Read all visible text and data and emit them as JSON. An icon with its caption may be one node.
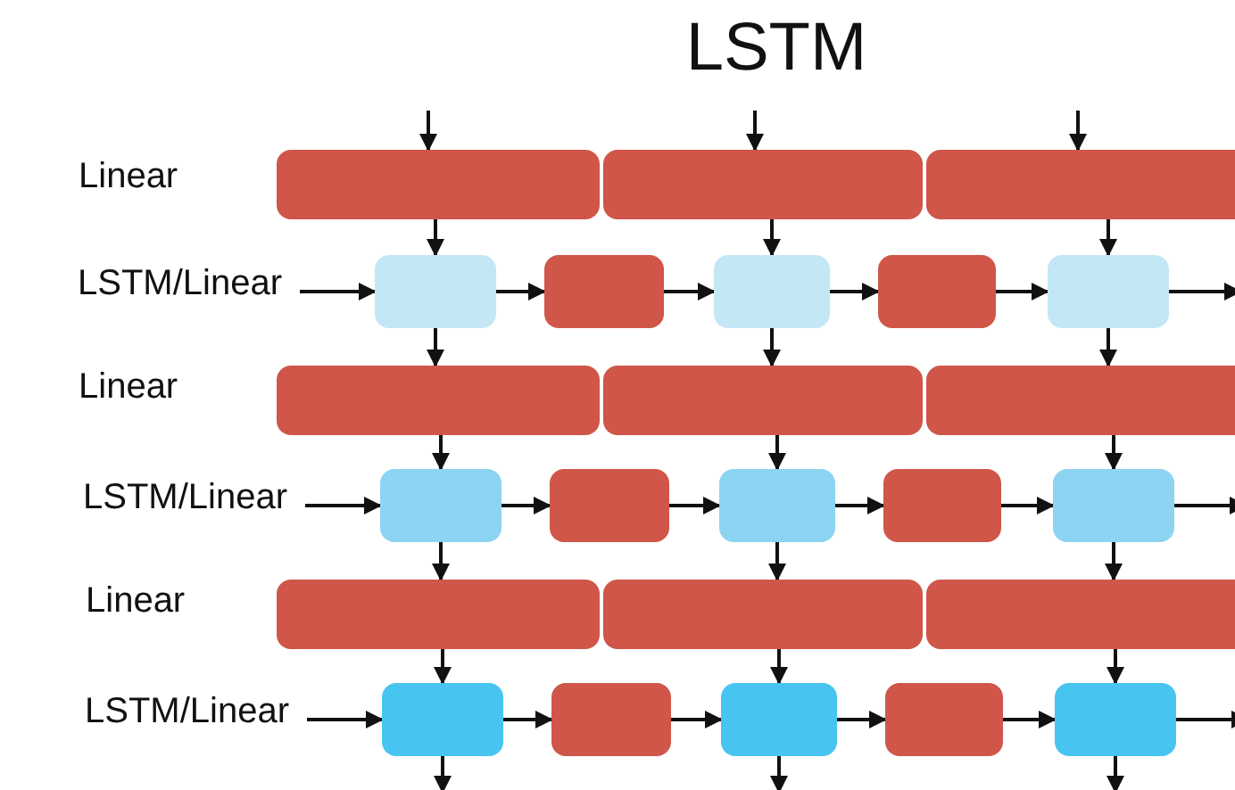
{
  "diagram": {
    "title": "LSTM",
    "nodes": [
      {
        "text": [],
        "shape": "bar"
      },
      {
        "text": [],
        "shape": "bar"
      },
      {
        "text": [],
        "shape": "bar"
      },
      {
        "text": [
          "LSTM/Linear"
        ]
      },
      {
        "text": [],
        "shape": "box"
      },
      {
        "text": [],
        "shape": "box"
      },
      {
        "text": [],
        "shape": "box"
      },
      {
        "text": [],
        "shape": "box"
      },
      {
        "text": [],
        "shape": "box"
      },
      {
        "text": [],
        "shape": "bar"
      },
      {
        "text": [],
        "shape": "bar"
      },
      {
        "text": [],
        "shape": "bar"
      },
      {
        "text": [
          "LSTM/Linear"
        ]
      },
      {
        "text": [],
        "shape": "box"
      },
      {
        "text": [],
        "shape": "box"
      },
      {
        "text": [],
        "shape": "box"
      },
      {
        "text": [],
        "shape": "box"
      },
      {
        "text": [],
        "shape": "box"
      },
      {
        "text": [],
        "shape": "bar"
      },
      {
        "text": [],
        "shape": "bar"
      },
      {
        "text": [],
        "shape": "bar"
      },
      {
        "text": [
          "LSTM/Linear"
        ]
      },
      {
        "text": [],
        "shape": "box"
      },
      {
        "text": [],
        "shape": "box"
      },
      {
        "text": [],
        "shape": "box"
      },
      {
        "text": [],
        "shape": "box"
      },
      {
        "text": [],
        "shape": "box"
      }
    ],
    "edges": [
      {
        "from": null,
        "to": 0,
        "arrow": "to"
      },
      {
        "from": null,
        "to": 1,
        "arrow": "to"
      },
      {
        "from": null,
        "to": 2,
        "arrow": "to"
      },
      {
        "from": 0,
        "to": 4,
        "arrow": "to"
      },
      {
        "from": 1,
        "to": 6,
        "arrow": "to"
      },
      {
        "from": 2,
        "to": 8,
        "arrow": "to"
      },
      {
        "from": 3,
        "to": 4,
        "arrow": "to"
      },
      {
        "from": 4,
        "to": 5,
        "arrow": "to"
      },
      {
        "from": 5,
        "to": 6,
        "arrow": "to"
      },
      {
        "from": 6,
        "to": 7,
        "arrow": "to"
      },
      {
        "from": 7,
        "to": 8,
        "arrow": "to"
      },
      {
        "from": 8,
        "to": null,
        "arrow": "to"
      },
      {
        "from": 4,
        "to": 9,
        "arrow": "to"
      },
      {
        "from": 6,
        "to": 10,
        "arrow": "to"
      },
      {
        "from": 8,
        "to": 11,
        "arrow": "to"
      },
      {
        "from": 9,
        "to": 13,
        "arrow": "to"
      },
      {
        "from": 10,
        "to": 15,
        "arrow": "to"
      },
      {
        "from": 11,
        "to": 17,
        "arrow": "to"
      },
      {
        "from": 12,
        "to": 13,
        "arrow": "to"
      },
      {
        "from": 13,
        "to": 14,
        "arrow": "to"
      },
      {
        "from": 14,
        "to": 15,
        "arrow": "to"
      },
      {
        "from": 15,
        "to": 16,
        "arrow": "to"
      },
      {
        "from": 16,
        "to": 17,
        "arrow": "to"
      },
      {
        "from": 17,
        "to": null,
        "arrow": "to"
      },
      {
        "from": 13,
        "to": 18,
        "arrow": "to"
      },
      {
        "from": 15,
        "to": 19,
        "arrow": "to"
      },
      {
        "from": 17,
        "to": 20,
        "arrow": "to"
      },
      {
        "from": 18,
        "to": 22,
        "arrow": "to"
      },
      {
        "from": 19,
        "to": 24,
        "arrow": "to"
      },
      {
        "from": 20,
        "to": 26,
        "arrow": "to"
      },
      {
        "from": 21,
        "to": 22,
        "arrow": "to"
      },
      {
        "from": 22,
        "to": 23,
        "arrow": "to"
      },
      {
        "from": 23,
        "to": 24,
        "arrow": "to"
      },
      {
        "from": 24,
        "to": 25,
        "arrow": "to"
      },
      {
        "from": 25,
        "to": 26,
        "arrow": "to"
      },
      {
        "from": 26,
        "to": null,
        "arrow": "to"
      },
      {
        "from": 22,
        "to": null,
        "arrow": "to"
      },
      {
        "from": 24,
        "to": null,
        "arrow": "to"
      },
      {
        "from": 26,
        "to": null,
        "arrow": "to"
      }
    ],
    "labels": [
      "Linear",
      "Linear",
      "Linear"
    ]
  }
}
